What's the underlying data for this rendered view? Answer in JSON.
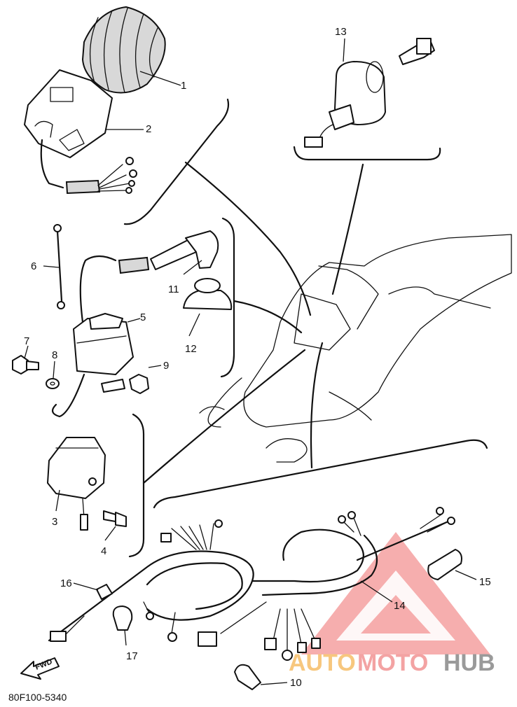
{
  "diagram": {
    "drawing_code": "80F100-5340",
    "forward_label": "FWD",
    "callouts": {
      "c1": "1",
      "c2": "2",
      "c3": "3",
      "c4": "4",
      "c5": "5",
      "c6": "6",
      "c7": "7",
      "c8": "8",
      "c9": "9",
      "c10": "10",
      "c11": "11",
      "c12": "12",
      "c13": "13",
      "c14": "14",
      "c15": "15",
      "c16": "16",
      "c17": "17"
    }
  },
  "watermark": {
    "text_auto": "AUTO",
    "text_moto": "MOTO",
    "text_hub": "HUB",
    "colors": {
      "triangle": "#f08b8b",
      "auto": "#f7c77e",
      "moto": "#f3a3a3",
      "hub": "#9a9a9a"
    }
  }
}
